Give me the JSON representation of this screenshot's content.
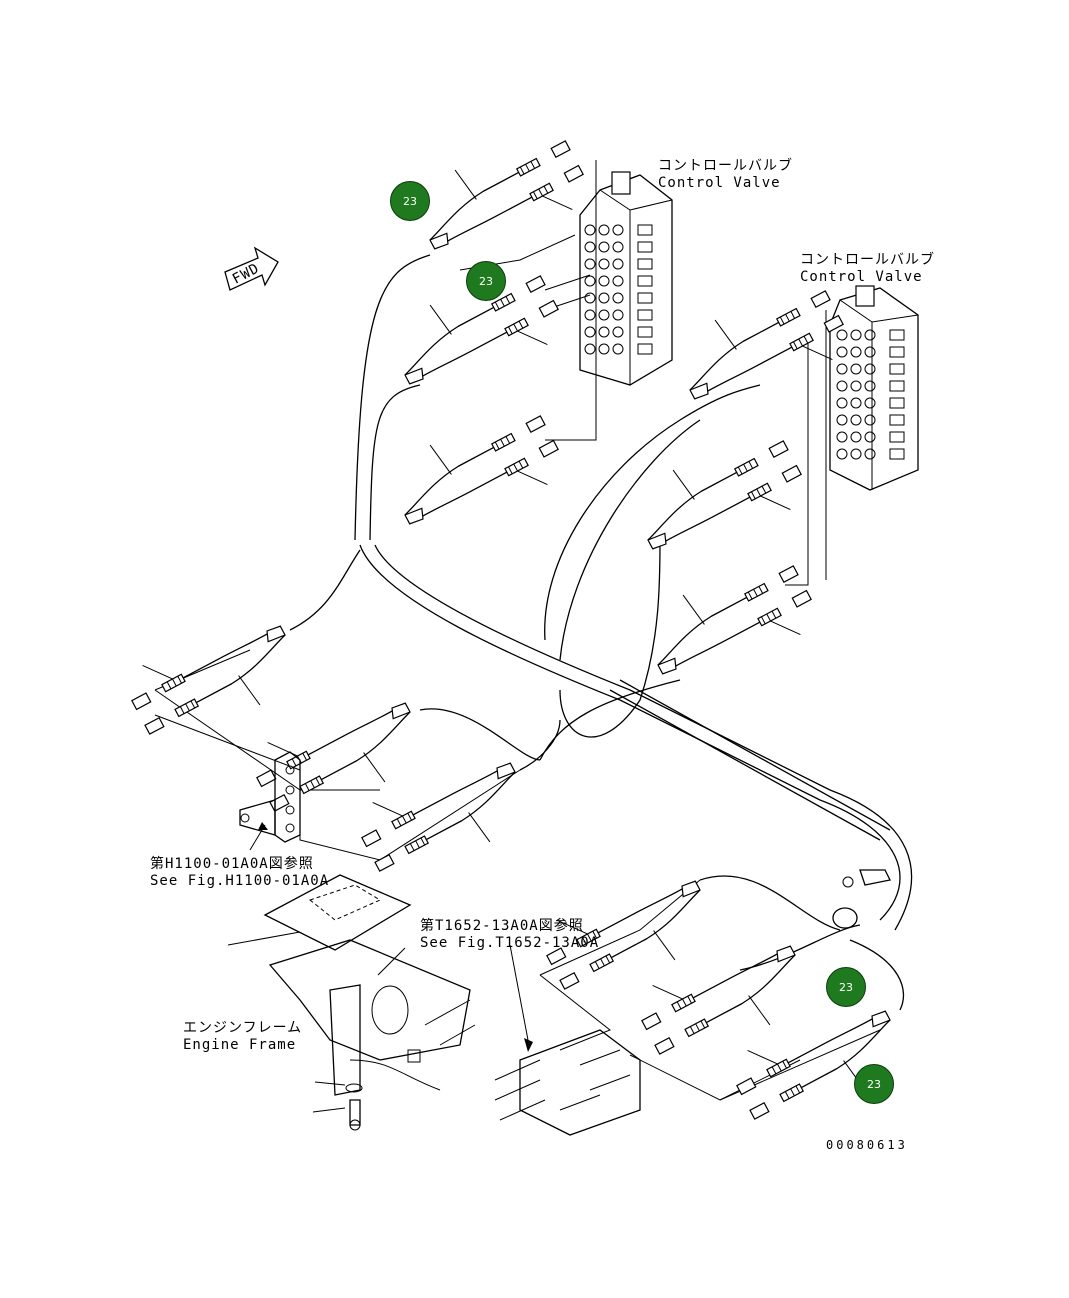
{
  "labels": {
    "control_valve_1_jp": "コントロールバルブ",
    "control_valve_1_en": "Control Valve",
    "control_valve_2_jp": "コントロールバルブ",
    "control_valve_2_en": "Control Valve",
    "fwd": "FWD",
    "ref_h1100_jp": "第H1100-01A0A図参照",
    "ref_h1100_en": "See Fig.H1100-01A0A",
    "ref_t1652_jp": "第T1652-13A0A図参照",
    "ref_t1652_en": "See Fig.T1652-13A0A",
    "engine_frame_jp": "エンジンフレーム",
    "engine_frame_en": "Engine Frame",
    "drawing_number": "00080613"
  },
  "callouts": [
    "23",
    "23",
    "23",
    "23"
  ],
  "colors": {
    "callout_fill": "#1f7a1f",
    "line": "#000000",
    "background": "#ffffff"
  }
}
